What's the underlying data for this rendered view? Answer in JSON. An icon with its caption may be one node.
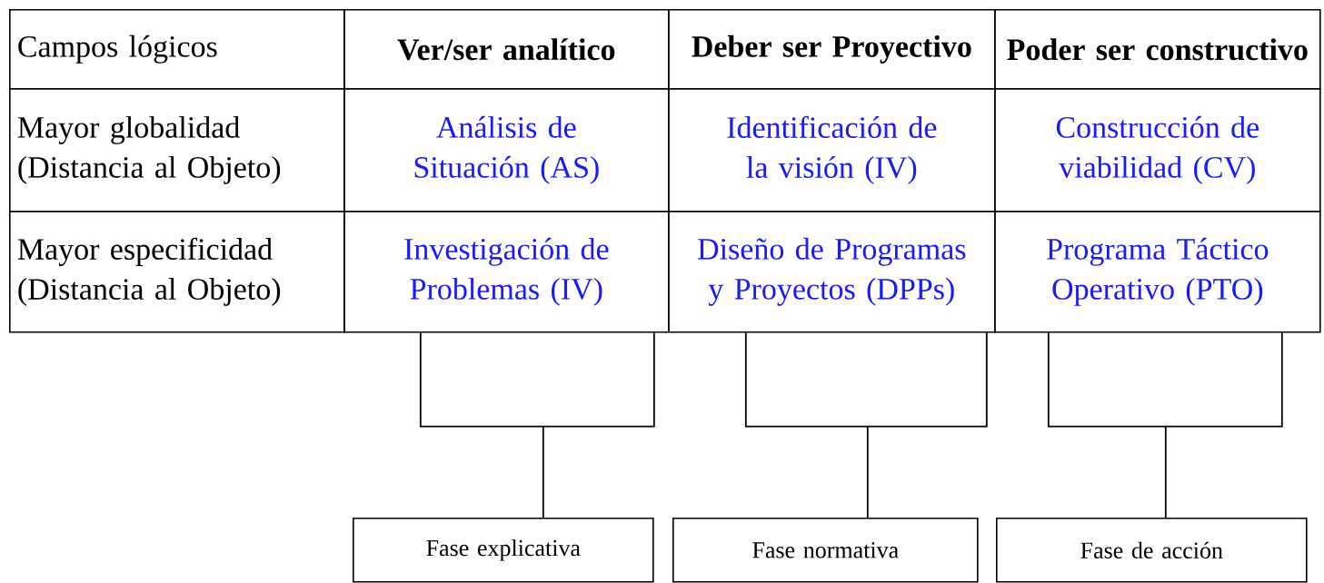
{
  "diagram": {
    "nodes": [
      {
        "text": [
          "Campos lógicos"
        ]
      },
      {
        "text": [
          "Ver/ser analítico"
        ]
      },
      {
        "text": [
          "Deber ser Proyectivo"
        ]
      },
      {
        "text": [
          "Poder ser constructivo"
        ]
      },
      {
        "text": [
          "Mayor globalidad (Distancia al Objeto)"
        ]
      },
      {
        "text": [
          "Análisis de Situación (AS)"
        ]
      },
      {
        "text": [
          "Identificación de la visión (IV)"
        ]
      },
      {
        "text": [
          "Construcción de viabilidad (CV)"
        ]
      },
      {
        "text": [
          "Mayor especificidad (Distancia al Objeto)"
        ]
      },
      {
        "text": [
          "Investigación de Problemas (IV)"
        ]
      },
      {
        "text": [
          "Diseño de Programas y Proyectos (DPPs)"
        ]
      },
      {
        "text": [
          "Programa Táctico Operativo (PTO)"
        ]
      },
      {
        "text": [
          "Fase explicativa"
        ]
      },
      {
        "text": [
          "Fase normativa"
        ]
      },
      {
        "text": [
          "Fase de acción"
        ]
      }
    ],
    "edges": [
      {
        "from": 9,
        "to": 12,
        "arrow": "none"
      },
      {
        "from": 10,
        "to": 13,
        "arrow": "none"
      },
      {
        "from": 11,
        "to": 14,
        "arrow": "none"
      }
    ]
  }
}
